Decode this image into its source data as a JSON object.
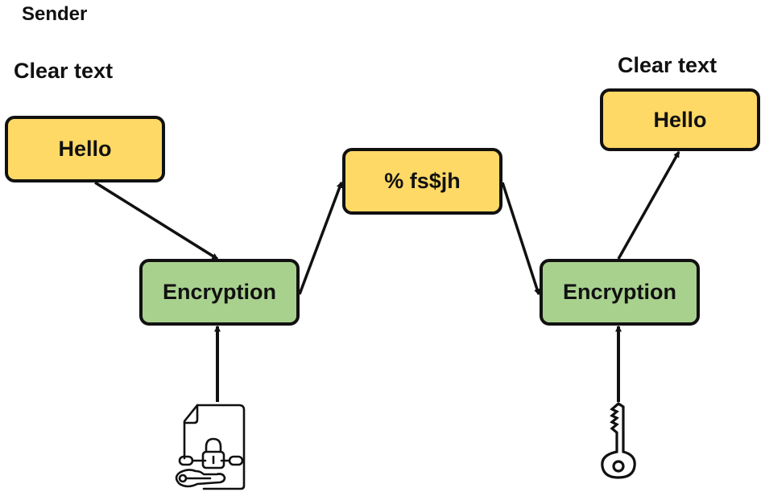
{
  "diagram": {
    "sender_label": "Sender",
    "clear_text_left": "Clear text",
    "clear_text_right": "Clear text",
    "nodes": {
      "plaintext_in": "Hello",
      "encrypt_left": "Encryption",
      "ciphertext": "% fs$jh",
      "encrypt_right": "Encryption",
      "plaintext_out": "Hello"
    },
    "edges": [
      {
        "from": "plaintext_in",
        "to": "encrypt_left"
      },
      {
        "from": "encrypt_left",
        "to": "ciphertext"
      },
      {
        "from": "ciphertext",
        "to": "encrypt_right"
      },
      {
        "from": "encrypt_right",
        "to": "plaintext_out"
      },
      {
        "from": "locked-document-key",
        "to": "encrypt_left"
      },
      {
        "from": "key",
        "to": "encrypt_right"
      }
    ],
    "icons": {
      "left_key_source": "locked-document-with-key-icon",
      "right_key_source": "key-icon"
    },
    "colors": {
      "text_box": "#ffd966",
      "process_box": "#a9d18e",
      "stroke": "#111111"
    }
  }
}
